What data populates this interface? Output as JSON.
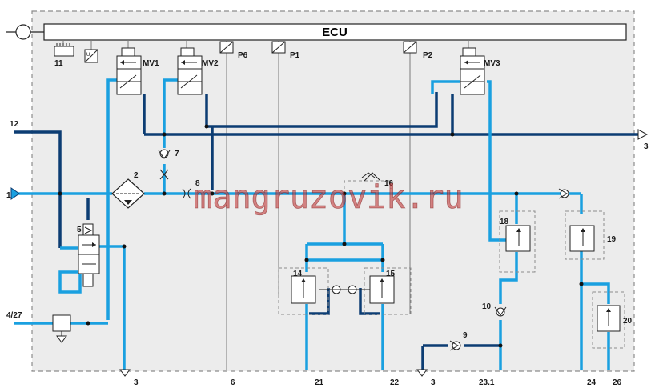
{
  "ecu": {
    "title": "ECU"
  },
  "components": {
    "c11": "11",
    "mv1": "MV1",
    "mv2": "MV2",
    "mv3": "MV3",
    "p6": "P6",
    "p1": "P1",
    "p2": "P2",
    "c7": "7",
    "c2": "2",
    "c8": "8",
    "c16": "16",
    "c5": "5",
    "c18": "18",
    "c19": "19",
    "c14": "14",
    "c15": "15",
    "c10": "10",
    "c9": "9",
    "c20": "20"
  },
  "ports": {
    "p12": "12",
    "p1_in": "1",
    "p4_27": "4/27",
    "p3_right": "3",
    "b3_left": "3",
    "b6": "6",
    "b21": "21",
    "b22": "22",
    "b3_mid": "3",
    "b23_1": "23.1",
    "b24": "24",
    "b26": "26"
  },
  "watermark": {
    "text": "mangruzovik.ru"
  },
  "colors": {
    "pipe_light": "#1aa0e0",
    "pipe_dark": "#0c3d73",
    "frame": "#8c8c8c",
    "watermark": "#c23a3a"
  }
}
